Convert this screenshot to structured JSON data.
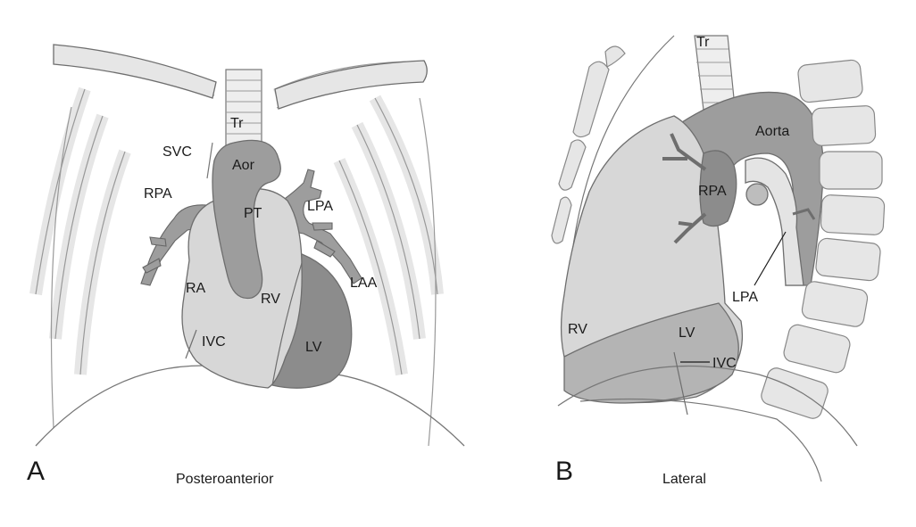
{
  "panel_a": {
    "letter": "A",
    "caption": "Posteroanterior",
    "labels": {
      "tr": "Tr",
      "svc": "SVC",
      "aor": "Aor",
      "rpa": "RPA",
      "pt": "PT",
      "lpa": "LPA",
      "ra": "RA",
      "rv": "RV",
      "laa": "LAA",
      "ivc": "IVC",
      "lv": "LV"
    }
  },
  "panel_b": {
    "letter": "B",
    "caption": "Lateral",
    "labels": {
      "tr": "Tr",
      "aorta": "Aorta",
      "rpa": "RPA",
      "lpa": "LPA",
      "rv": "RV",
      "lv": "LV",
      "ivc": "IVC"
    }
  },
  "colors": {
    "bone": "#e6e6e6",
    "light_chamber": "#d7d7d7",
    "mid_vessel": "#9d9d9d",
    "dark_chamber": "#8c8c8c",
    "outline": "#6e6e6e"
  }
}
